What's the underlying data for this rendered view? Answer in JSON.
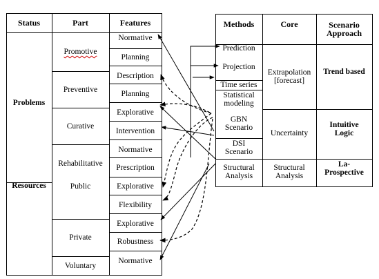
{
  "left_table": {
    "headers": {
      "status": "Status",
      "part": "Part",
      "features": "Features"
    },
    "status": {
      "problems": "Problems",
      "resources": "Resources"
    },
    "parts": {
      "promotive": "Promotive",
      "preventive": "Preventive",
      "curative": "Curative",
      "rehabilitative": "Rehabilitative",
      "public": "Public",
      "private": "Private",
      "voluntary": "Voluntary"
    },
    "features": [
      "Normative",
      "Planning",
      "Description",
      "Planning",
      "Explorative",
      "Intervention",
      "Normative",
      "Prescription",
      "Explorative",
      "Flexibility",
      "Explorative",
      "Robustness",
      "Normative"
    ]
  },
  "right_table": {
    "headers": {
      "methods": "Methods",
      "core": "Core",
      "scenario": "Scenario\nApproach"
    },
    "methods": [
      "Prediction",
      "Projection",
      "Time series",
      "Statistical\nmodeling",
      "GBN\nScenario",
      "DSI\nScenario",
      "Structural\nAnalysis"
    ],
    "core": [
      "Extrapolation\n[forecast]",
      "Uncertainty",
      "Structural\nAnalysis"
    ],
    "approach": [
      "Trend based",
      "Intuitive\nLogic",
      "La-\nProspective"
    ]
  },
  "colors": {
    "line": "#000000",
    "spellcheck": "#d00000"
  }
}
